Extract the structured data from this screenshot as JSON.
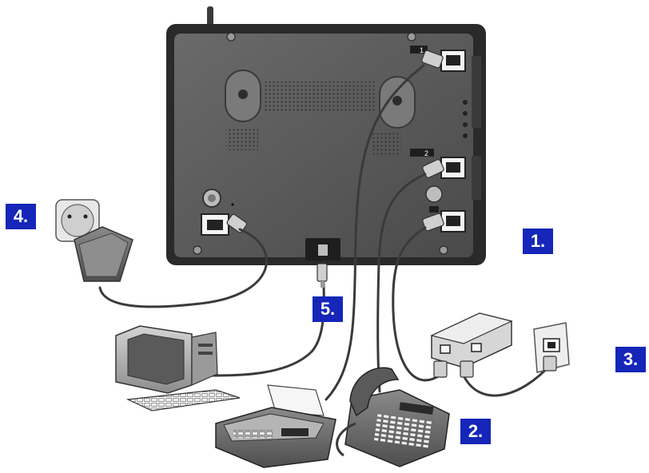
{
  "diagram": {
    "steps": [
      {
        "number": "1.",
        "target": "telephone-line"
      },
      {
        "number": "2.",
        "target": "telephone"
      },
      {
        "number": "3.",
        "target": "wall-socket"
      },
      {
        "number": "4.",
        "target": "power-adapter"
      },
      {
        "number": "5.",
        "target": "computer-usb"
      }
    ],
    "port_labels": {
      "port_1": "1",
      "port_2": "2"
    },
    "colors": {
      "badge": "#1526b8",
      "device_body": "#5b5b5b",
      "device_frame": "#2b2b2b",
      "cable": "#3a3a3a"
    }
  }
}
